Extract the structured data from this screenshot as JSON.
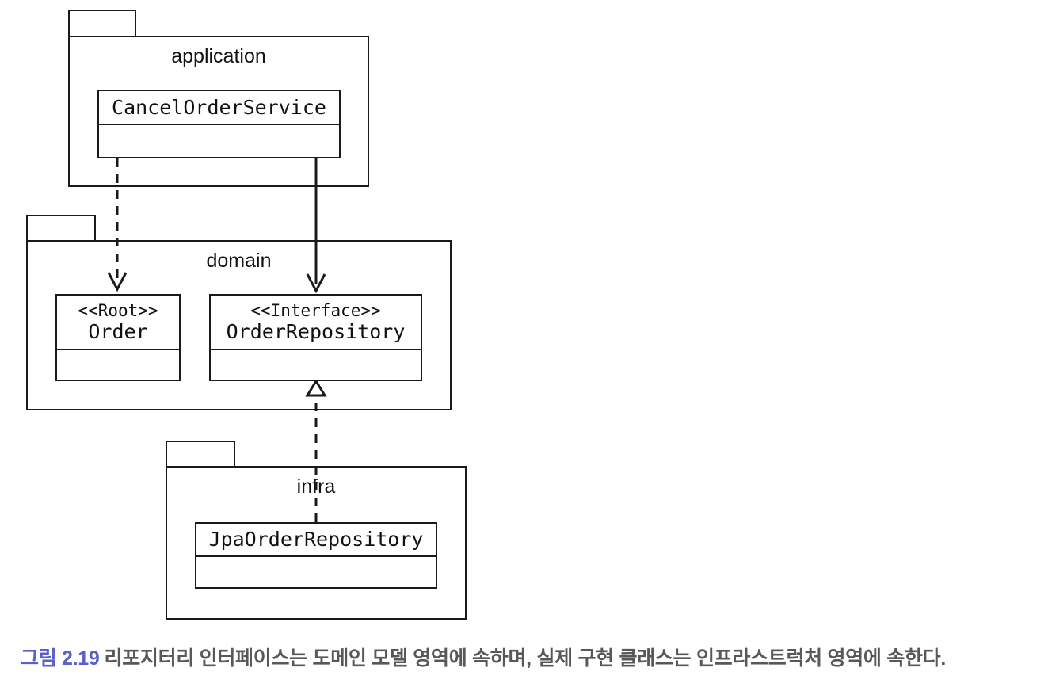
{
  "diagram": {
    "type": "uml-package-diagram",
    "packages": [
      {
        "id": "application",
        "label": "application",
        "classes": [
          {
            "id": "cancel-order-service",
            "stereotype": "",
            "name": "CancelOrderService"
          }
        ]
      },
      {
        "id": "domain",
        "label": "domain",
        "classes": [
          {
            "id": "order",
            "stereotype": "<<Root>>",
            "name": "Order"
          },
          {
            "id": "order-repository",
            "stereotype": "<<Interface>>",
            "name": "OrderRepository"
          }
        ]
      },
      {
        "id": "infra",
        "label": "infra",
        "classes": [
          {
            "id": "jpa-order-repository",
            "stereotype": "",
            "name": "JpaOrderRepository"
          }
        ]
      }
    ],
    "connectors": [
      {
        "id": "dependency-cancelorderservice-order",
        "kind": "dependency",
        "style": "dashed",
        "arrowhead": "open",
        "from": "cancel-order-service",
        "to": "order"
      },
      {
        "id": "association-cancelorderservice-orderrepository",
        "kind": "association",
        "style": "solid",
        "arrowhead": "open",
        "from": "cancel-order-service",
        "to": "order-repository"
      },
      {
        "id": "realization-jpaorderrepository-orderrepository",
        "kind": "realization",
        "style": "dashed",
        "arrowhead": "hollow-triangle",
        "from": "jpa-order-repository",
        "to": "order-repository"
      }
    ],
    "colors": {
      "stroke": "#1a1a1a",
      "fill": "#ffffff",
      "text": "#111111",
      "caption_label": "#5b5fc7",
      "caption_text": "#585858"
    }
  },
  "caption": {
    "label": "그림 2.19",
    "text": "리포지터리 인터페이스는 도메인 모델 영역에 속하며, 실제 구현 클래스는 인프라스트럭처 영역에 속한다."
  }
}
